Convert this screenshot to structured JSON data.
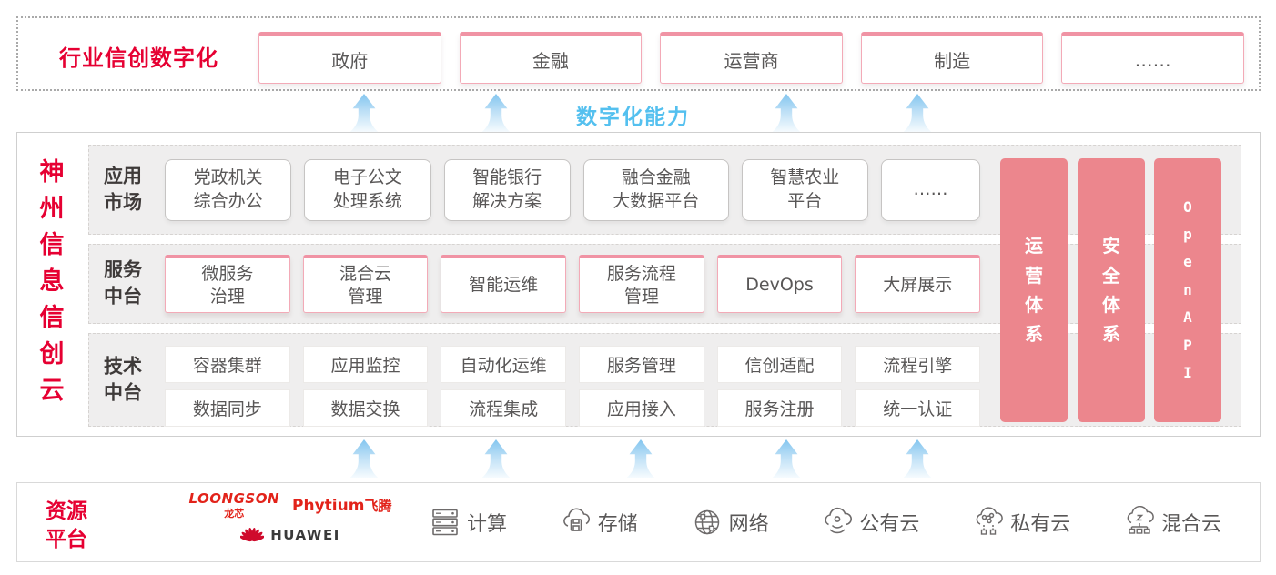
{
  "colors": {
    "accent_red": "#e60032",
    "pillar_pink": "#ec868d",
    "capability_blue": "#54c0ef"
  },
  "top_banner": {
    "label": "行业信创数字化",
    "industries": [
      "政府",
      "金融",
      "运营商",
      "制造",
      "……"
    ]
  },
  "capability": {
    "label": "数字化能力"
  },
  "platform": {
    "title": "神州信息信创云",
    "app_row": {
      "label": "应用\n市场",
      "items": [
        "党政机关\n综合办公",
        "电子公文\n处理系统",
        "智能银行\n解决方案",
        "融合金融\n大数据平台",
        "智慧农业\n平台",
        "……"
      ]
    },
    "service_row": {
      "label": "服务\n中台",
      "items": [
        "微服务\n治理",
        "混合云\n管理",
        "智能运维",
        "服务流程\n管理",
        "DevOps",
        "大屏展示"
      ]
    },
    "tech_row": {
      "label": "技术\n中台",
      "items_top": [
        "容器集群",
        "应用监控",
        "自动化运维",
        "服务管理",
        "信创适配",
        "流程引擎"
      ],
      "items_bottom": [
        "数据同步",
        "数据交换",
        "流程集成",
        "应用接入",
        "服务注册",
        "统一认证"
      ]
    },
    "pillars": [
      "运营体系",
      "安全体系",
      "Open API"
    ]
  },
  "resource": {
    "label": "资源\n平台",
    "vendors": {
      "loongson": "LOONGSON",
      "loongson_cn": "龙芯",
      "phytium": "Phytium",
      "phytium_cn": "飞腾",
      "huawei": "HUAWEI"
    },
    "items": [
      {
        "icon": "compute-icon",
        "label": "计算"
      },
      {
        "icon": "storage-icon",
        "label": "存储"
      },
      {
        "icon": "network-icon",
        "label": "网络"
      },
      {
        "icon": "public-cloud-icon",
        "label": "公有云"
      },
      {
        "icon": "private-cloud-icon",
        "label": "私有云"
      },
      {
        "icon": "hybrid-cloud-icon",
        "label": "混合云"
      }
    ]
  }
}
